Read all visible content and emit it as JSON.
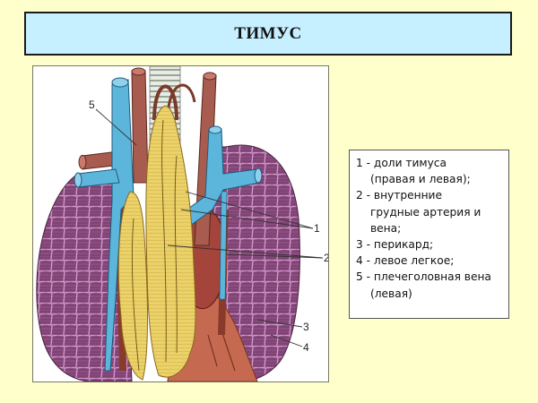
{
  "title": "ТИМУС",
  "colors": {
    "background": "#ffffcc",
    "title_bar": "#c6f0ff",
    "lung": "#9a5a8c",
    "lung_light": "#d49ad0",
    "thymus": "#eed46a",
    "vein": "#5cb8dc",
    "artery": "#a65a4c",
    "pericardium": "#c9705a"
  },
  "figure": {
    "labels": [
      {
        "num": "5",
        "meaning": "плечеголовная вена (левая)"
      },
      {
        "num": "1",
        "meaning": "доли тимуса"
      },
      {
        "num": "2",
        "meaning": "внутренние грудные артерия и вена"
      },
      {
        "num": "3",
        "meaning": "перикард"
      },
      {
        "num": "4",
        "meaning": "левое легкое"
      }
    ]
  },
  "legend": {
    "items": [
      {
        "first": "1 - доли тимуса",
        "rest": [
          "(правая и левая);"
        ]
      },
      {
        "first": "2 - внутренние",
        "rest": [
          "грудные артерия и",
          "вена;"
        ]
      },
      {
        "first": "3 - перикард;",
        "rest": []
      },
      {
        "first": "4 - левое легкое;",
        "rest": []
      },
      {
        "first": "5 - плечеголовная вена",
        "rest": [
          "(левая)"
        ]
      }
    ]
  }
}
